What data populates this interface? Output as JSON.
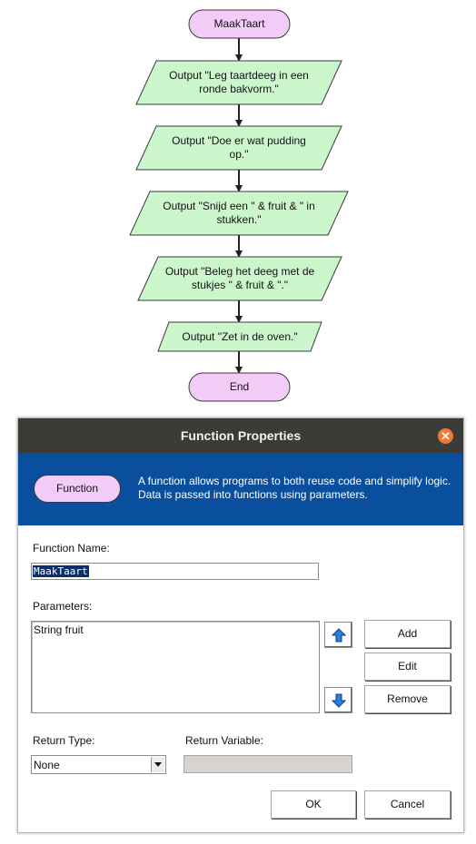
{
  "flowchart": {
    "start": "MaakTaart",
    "end": "End",
    "outputs": [
      "Output \"Leg taartdeeg in een ronde bakvorm.\"",
      "Output \"Doe er wat pudding op.\"",
      "Output \"Snijd een \" & fruit & \" in stukken.\"",
      "Output \"Beleg het deeg met de stukjes \" & fruit & \".\"",
      "Output \"Zet in de oven.\""
    ]
  },
  "dialog": {
    "title": "Function Properties",
    "banner": {
      "pill": "Function",
      "description": "A function allows programs to both reuse code and simplify logic. Data is passed into functions using parameters."
    },
    "function_name_label": "Function Name:",
    "function_name_value": "MaakTaart",
    "parameters_label": "Parameters:",
    "parameters": [
      "String fruit"
    ],
    "buttons": {
      "add": "Add",
      "edit": "Edit",
      "remove": "Remove",
      "ok": "OK",
      "cancel": "Cancel"
    },
    "return_type_label": "Return Type:",
    "return_type_value": "None",
    "return_variable_label": "Return Variable:",
    "return_variable_value": ""
  },
  "colors": {
    "terminal_fill": "#f2ccf7",
    "output_fill": "#ccf7cc",
    "banner_bg": "#0a4f9e",
    "titlebar_bg": "#3b3b38",
    "close_button": "#f07836"
  },
  "icons": [
    "close-icon",
    "arrow-up-icon",
    "arrow-down-icon",
    "chevron-down-icon"
  ]
}
